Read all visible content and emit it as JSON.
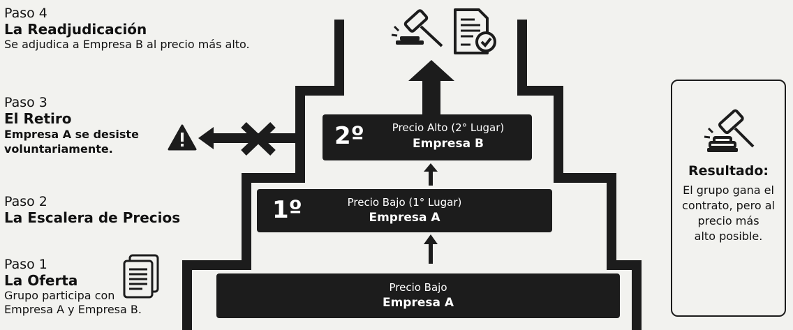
{
  "steps": [
    {
      "num": "Paso 4",
      "title": "La Readjudicación",
      "desc": [
        "Se adjudica a Empresa B al precio más alto."
      ]
    },
    {
      "num": "Paso 3",
      "title": "El Retiro",
      "desc": [
        "Empresa A se desiste",
        "voluntariamente."
      ]
    },
    {
      "num": "Paso 2",
      "title": "La Escalera de Precios",
      "desc": []
    },
    {
      "num": "Paso 1",
      "title": "La Oferta",
      "desc": [
        "Grupo participa con",
        "Empresa A y Empresa B."
      ]
    }
  ],
  "bars": {
    "top": {
      "place": "2º",
      "sub": "Precio Alto (2° Lugar)",
      "main": "Empresa B"
    },
    "mid": {
      "place": "1º",
      "sub": "Precio Bajo (1° Lugar)",
      "main": "Empresa A"
    },
    "base": {
      "sub": "Precio Bajo",
      "main": "Empresa A"
    }
  },
  "result": {
    "title": "Resultado:",
    "desc": [
      "El grupo gana el",
      "contrato, pero al",
      "precio más",
      "alto posible."
    ]
  },
  "icons": [
    "gavel-icon",
    "contract-check-icon",
    "document-icon",
    "warning-icon",
    "x-mark-icon"
  ]
}
